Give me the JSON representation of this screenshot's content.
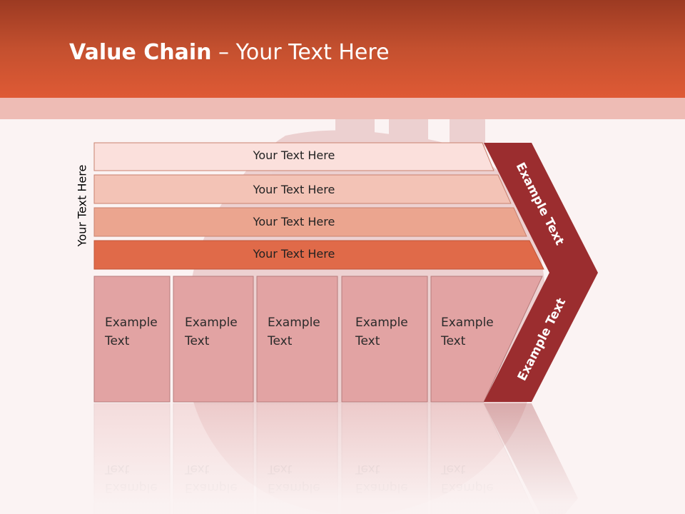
{
  "slide": {
    "title_bold": "Value Chain",
    "title_rest": " – Your Text Here",
    "side_label": "Your Text Here",
    "bands": [
      "Your Text Here",
      "Your Text Here",
      "Your Text Here",
      "Your Text Here"
    ],
    "cells": [
      [
        "Example",
        "Text"
      ],
      [
        "Example",
        "Text"
      ],
      [
        "Example",
        "Text"
      ],
      [
        "Example",
        "Text"
      ],
      [
        "Example",
        "Text"
      ]
    ],
    "arrow_top": "Example Text",
    "arrow_bottom": "Example Text"
  },
  "colors": {
    "header": "#df5a35",
    "band1": "#fbe0dc",
    "band2": "#f3c3b6",
    "band3": "#eba58f",
    "band4": "#e06a49",
    "cell": "#e2a3a3",
    "arrow": "#9b2d2f"
  }
}
